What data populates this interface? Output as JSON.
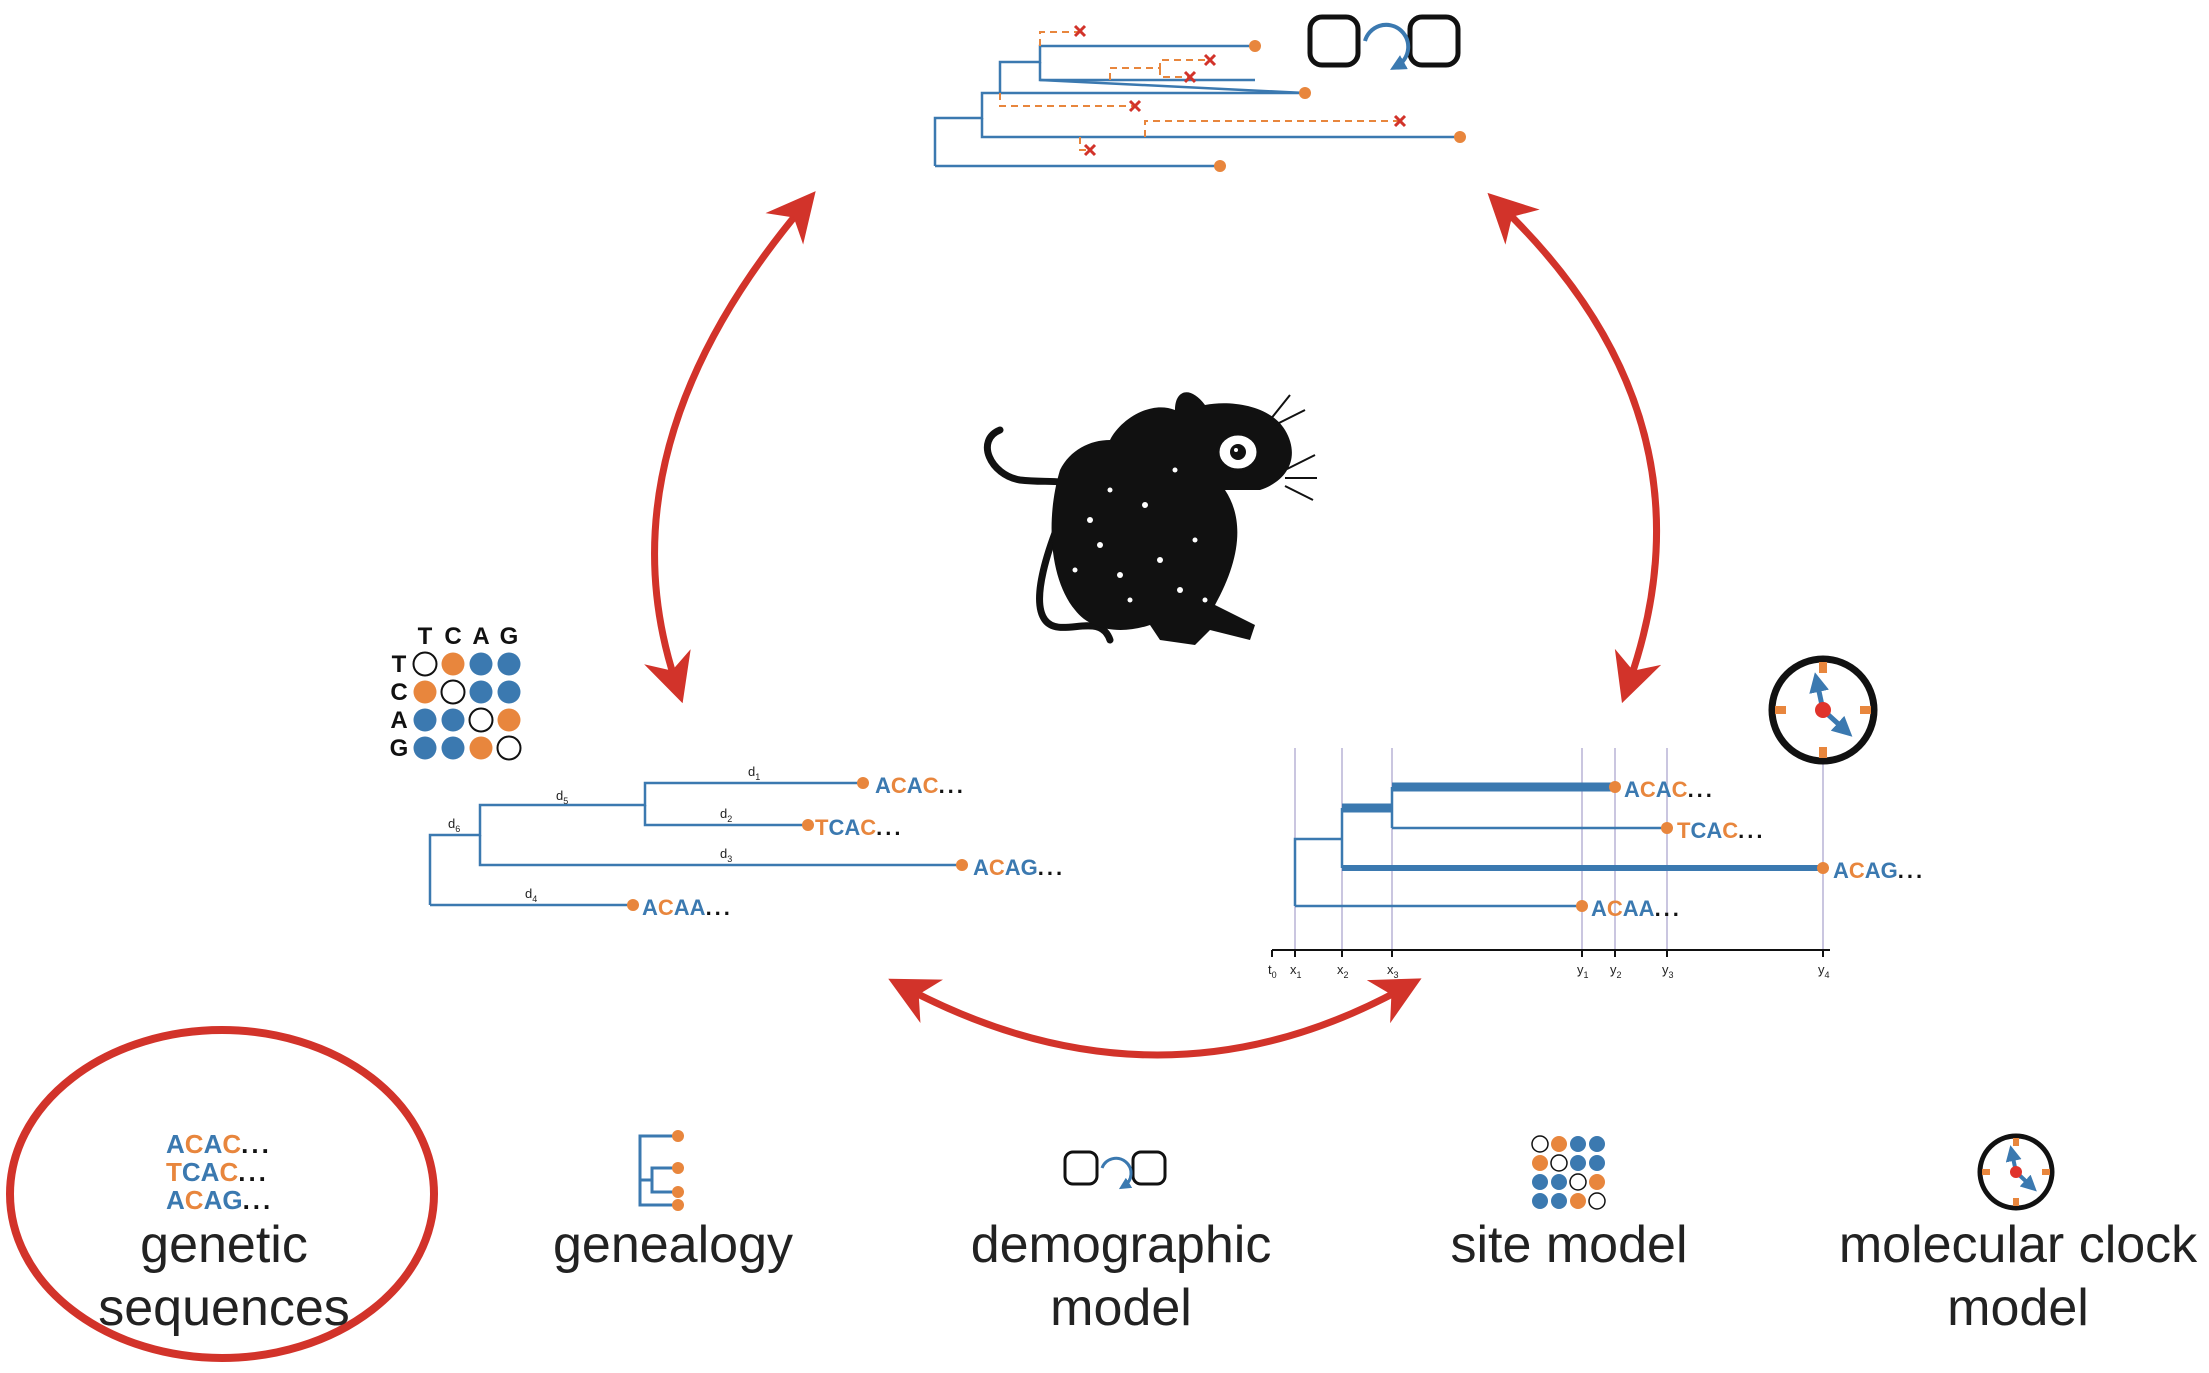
{
  "colors": {
    "blue": "#3b79b0",
    "orange": "#e8863d",
    "red": "#d2332a",
    "black": "#111111",
    "clock_red": "#e0332b"
  },
  "site_matrix": {
    "bases": [
      "T",
      "C",
      "A",
      "G"
    ],
    "cells": [
      [
        "empty",
        "orange",
        "blue",
        "blue"
      ],
      [
        "orange",
        "empty",
        "blue",
        "blue"
      ],
      [
        "blue",
        "blue",
        "empty",
        "orange"
      ],
      [
        "blue",
        "blue",
        "orange",
        "empty"
      ]
    ]
  },
  "genealogy": {
    "branch_labels": [
      "d1",
      "d2",
      "d3",
      "d4",
      "d5",
      "d6"
    ],
    "tips": [
      {
        "seq": "ACAC",
        "ellipsis": "..."
      },
      {
        "seq": "TCAC",
        "ellipsis": "..."
      },
      {
        "seq": "ACAG",
        "ellipsis": "..."
      },
      {
        "seq": "ACAA",
        "ellipsis": "..."
      }
    ]
  },
  "timed_tree": {
    "tips": [
      {
        "seq": "ACAC",
        "ellipsis": "..."
      },
      {
        "seq": "TCAC",
        "ellipsis": "..."
      },
      {
        "seq": "ACAG",
        "ellipsis": "..."
      },
      {
        "seq": "ACAA",
        "ellipsis": "..."
      }
    ],
    "axis_labels": [
      "t0",
      "x1",
      "x2",
      "x3",
      "y1",
      "y2",
      "y3",
      "y4"
    ]
  },
  "legend": [
    {
      "id": "genetic-sequences",
      "lines": [
        "genetic",
        "sequences"
      ],
      "sequences": [
        "ACAC...",
        "TCAC...",
        "ACAG..."
      ],
      "highlighted": true
    },
    {
      "id": "genealogy",
      "lines": [
        "genealogy"
      ]
    },
    {
      "id": "demographic-model",
      "lines": [
        "demographic",
        "model"
      ]
    },
    {
      "id": "site-model",
      "lines": [
        "site model"
      ]
    },
    {
      "id": "molecular-clock-model",
      "lines": [
        "molecular clock",
        "model"
      ]
    }
  ]
}
